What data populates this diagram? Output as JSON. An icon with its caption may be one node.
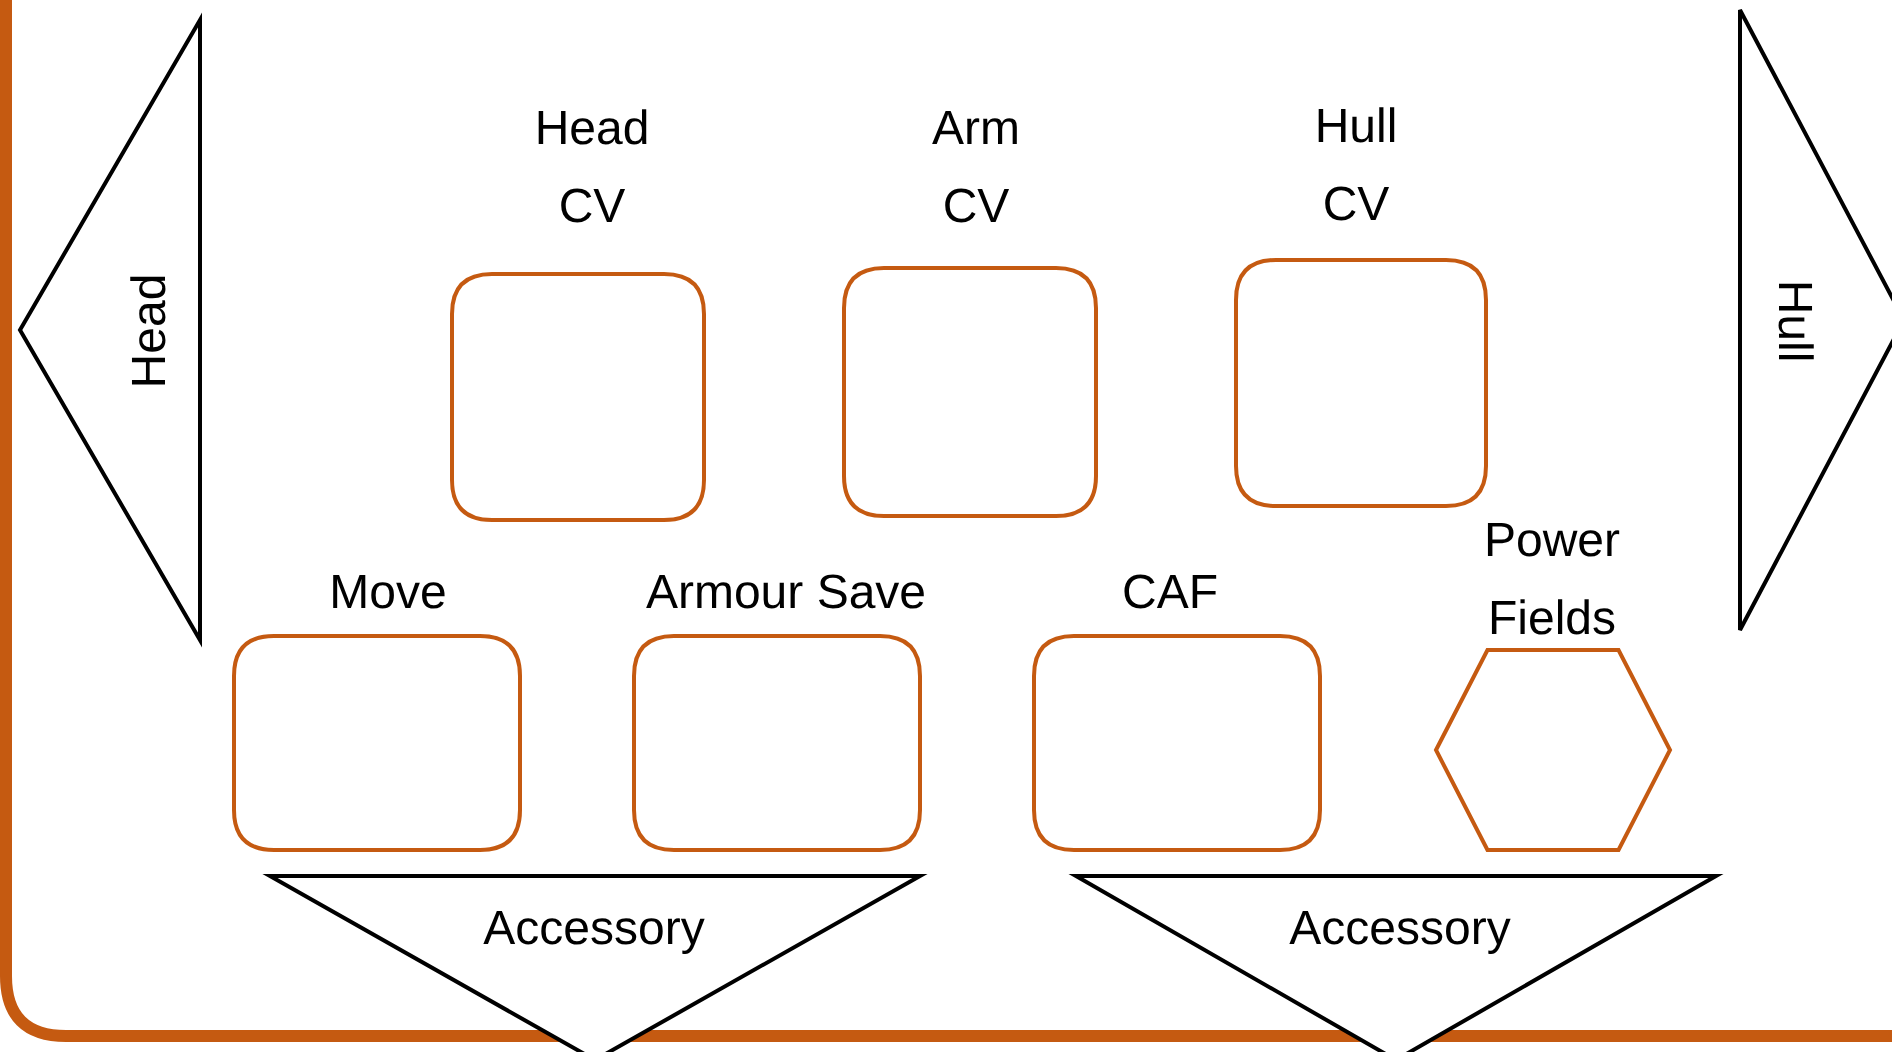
{
  "diagram": {
    "nodes": [
      {
        "text": [
          "Head"
        ]
      },
      {
        "text": [
          "Head CV"
        ]
      },
      {
        "text": [
          "Arm CV"
        ]
      },
      {
        "text": [
          "Hull CV"
        ]
      },
      {
        "text": [
          "Hull"
        ]
      },
      {
        "text": [
          "Move"
        ]
      },
      {
        "text": [
          "Armour Save"
        ]
      },
      {
        "text": [
          "CAF"
        ]
      },
      {
        "text": [
          "Power Fields"
        ]
      },
      {
        "text": [
          "Accessory"
        ]
      },
      {
        "text": [
          "Accessory"
        ]
      }
    ]
  }
}
